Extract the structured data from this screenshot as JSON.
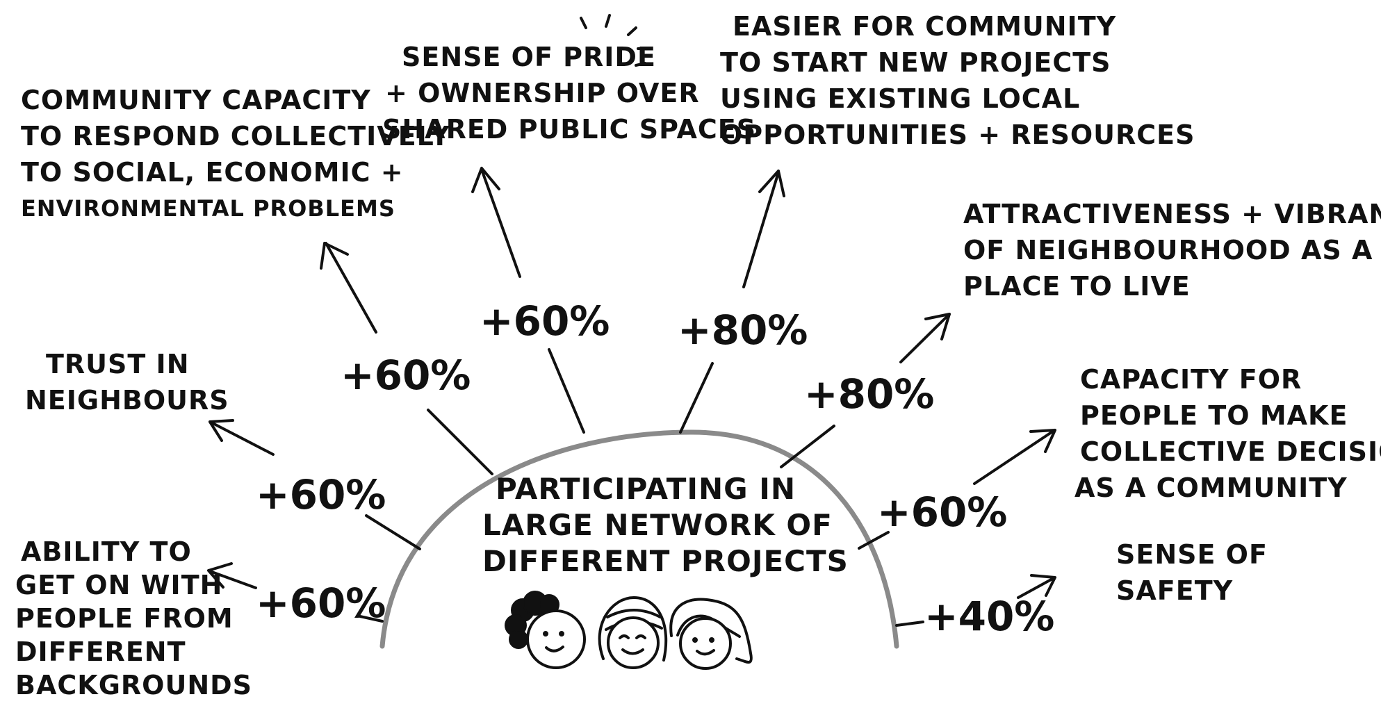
{
  "center": {
    "lines": [
      "Participating in",
      "large network of",
      "different projects"
    ]
  },
  "outcomes": {
    "community_capacity": {
      "lines": [
        "Community capacity",
        "to respond collectively",
        "to social, economic +",
        "environmental problems"
      ],
      "change": "+60%"
    },
    "sense_of_pride": {
      "lines": [
        "Sense of pride",
        "+ ownership over",
        "shared public spaces"
      ],
      "change": "+60%"
    },
    "easier_new_projects": {
      "lines": [
        "Easier for community",
        "to start new projects",
        "using existing local",
        "opportunities + resources"
      ],
      "change": "+80%"
    },
    "attractiveness": {
      "lines": [
        "Attractiveness + vibrancy",
        "of neighbourhood as a",
        "place to live"
      ],
      "change": "+80%"
    },
    "trust": {
      "lines": [
        "Trust in",
        "neighbours"
      ],
      "change": "+60%"
    },
    "collective_decisions": {
      "lines": [
        "Capacity for",
        "people to make",
        "collective decisions",
        "as a community"
      ],
      "change": "+60%"
    },
    "get_on_with_people": {
      "lines": [
        "Ability to",
        "get on with",
        "people from",
        "different",
        "backgrounds"
      ],
      "change": "+60%"
    },
    "sense_of_safety": {
      "lines": [
        "Sense of",
        "safety"
      ],
      "change": "+40%"
    }
  },
  "icons": [
    "faces-illustration",
    "sparkle-marks"
  ],
  "colors": {
    "ink": "#111111",
    "dome": "#8a8a8a",
    "background": "#ffffff"
  }
}
